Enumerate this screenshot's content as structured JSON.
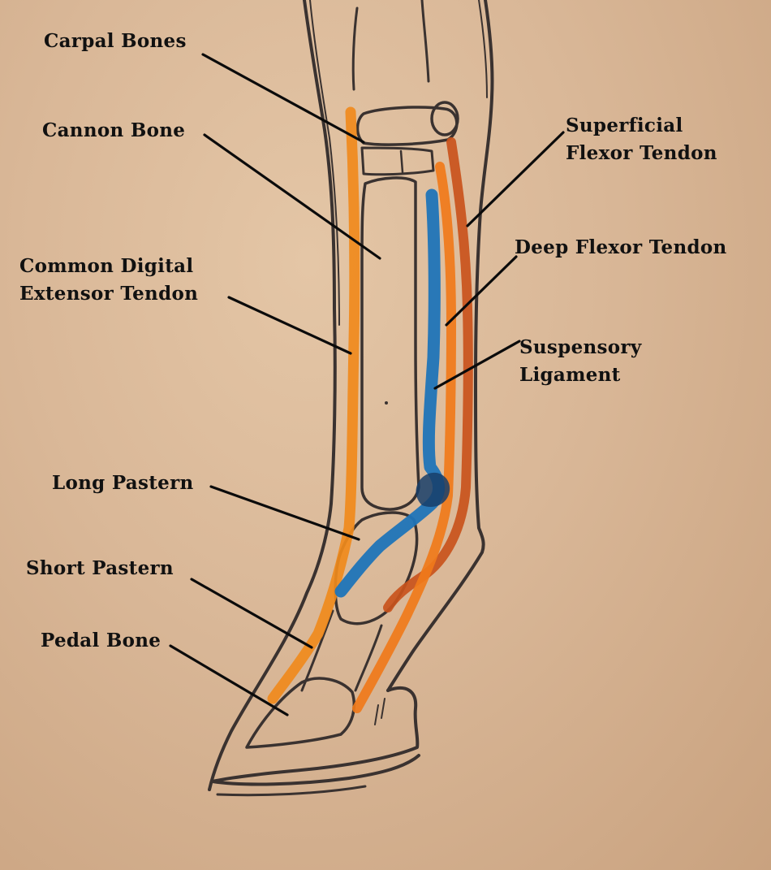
{
  "labels": {
    "carpal_bones": "Carpal Bones",
    "cannon_bone": "Cannon Bone",
    "common_digital_extensor_line1": "Common Digital",
    "common_digital_extensor_line2": "Extensor Tendon",
    "long_pastern": "Long Pastern",
    "short_pastern": "Short Pastern",
    "pedal_bone": "Pedal Bone",
    "superficial_flexor_line1": "Superficial",
    "superficial_flexor_line2": "Flexor Tendon",
    "deep_flexor": "Deep Flexor Tendon",
    "suspensory_line1": "Suspensory",
    "suspensory_line2": "Ligament"
  },
  "colors": {
    "paper": "#d9b797",
    "pencil": "#3a3230",
    "extensor_tendon": "#f08a1c",
    "deep_flexor_tendon": "#f07a1a",
    "superficial_flexor_tendon": "#c9521c",
    "suspensory_ligament": "#1f74b8",
    "leader_lines": "#0b0b0b"
  }
}
